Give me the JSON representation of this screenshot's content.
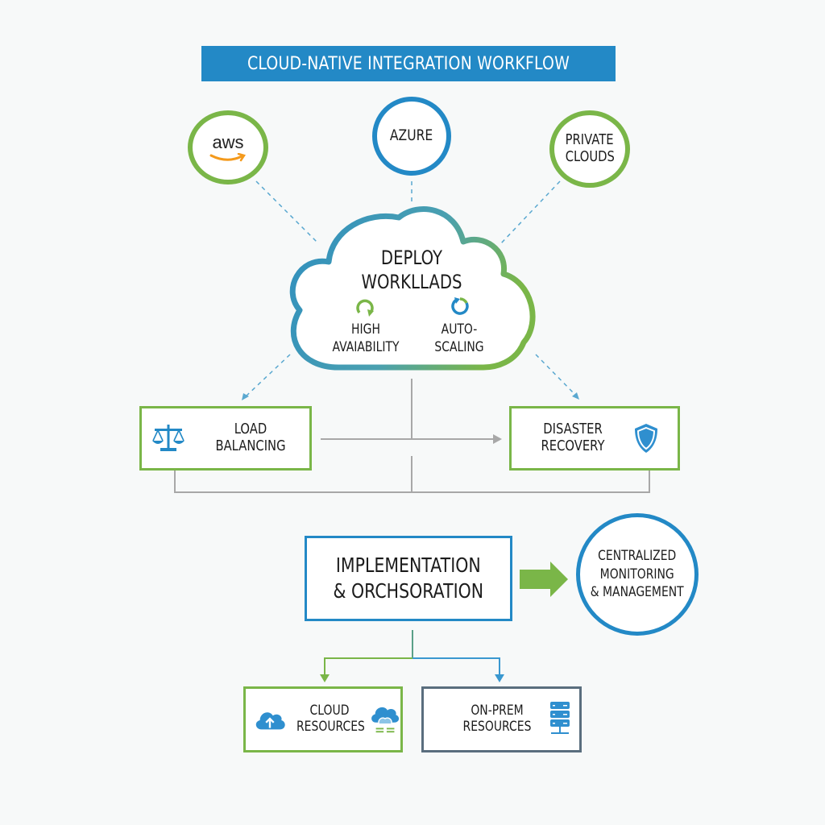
{
  "title": "CLOUD-NATIVE INTEGRATION WORKFLOW",
  "providers": [
    {
      "label": "aws",
      "icon": "aws-logo-icon",
      "ring_color": "#7ab648"
    },
    {
      "label": "AZURE",
      "ring_color": "#2389c6"
    },
    {
      "label_line1": "PRIVATE",
      "label_line2": "CLOUDS",
      "ring_color": "#7ab648"
    }
  ],
  "cloud": {
    "title_line1": "DEPLOY",
    "title_line2": "WORKLLADS",
    "features": [
      {
        "line1": "HIGH",
        "line2": "AVAIABILITY",
        "icon": "refresh-cycle-icon"
      },
      {
        "line1": "AUTO-",
        "line2": "SCALING",
        "icon": "auto-refresh-icon"
      }
    ]
  },
  "services": [
    {
      "line1": "LOAD",
      "line2": "BALANCING",
      "icon": "scales-icon"
    },
    {
      "line1": "DISASTER",
      "line2": "RECOVERY",
      "icon": "shield-icon"
    }
  ],
  "implementation": {
    "line1": "IMPLEMENTATION",
    "line2": "& ORCHSORATION"
  },
  "monitoring": {
    "line1": "CENTRALIZED",
    "line2": "MONITORING",
    "line3": "& MANAGEMENT"
  },
  "resources": [
    {
      "line1": "CLOUD",
      "line2": "RESOURCES",
      "icons": [
        "cloud-upload-icon",
        "cloud-network-icon"
      ]
    },
    {
      "line1": "ON-PREM",
      "line2": "RESOURCES",
      "icons": [
        "server-rack-icon"
      ]
    }
  ],
  "colors": {
    "blue": "#2389c6",
    "green": "#7ab648",
    "gray": "#a8a8a8",
    "slate": "#5a6e7e",
    "aws_orange": "#f49a1c"
  }
}
